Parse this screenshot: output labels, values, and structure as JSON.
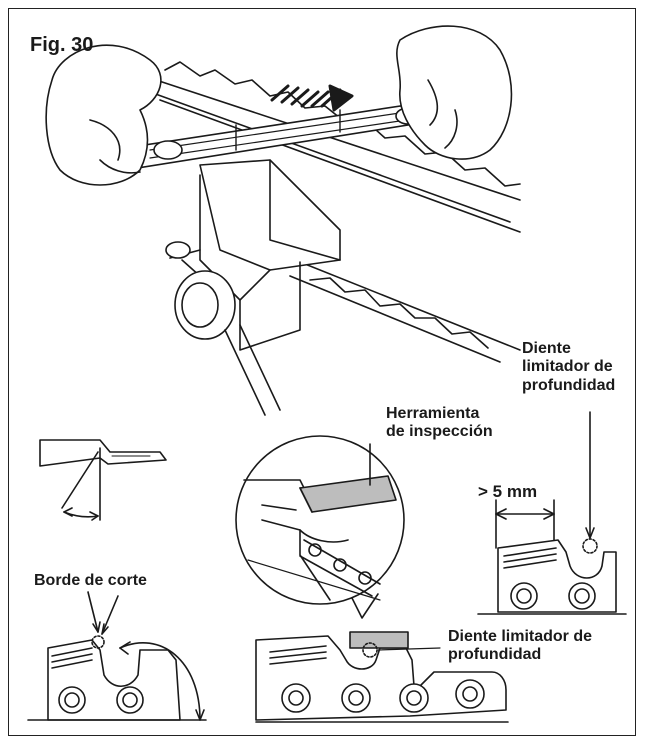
{
  "figure": {
    "label": "Fig. 30"
  },
  "labels": {
    "inspection_tool_line1": "Herramienta",
    "inspection_tool_line2": "de inspección",
    "depth_gauge_top_line1": "Diente",
    "depth_gauge_top_line2": "limitador de",
    "depth_gauge_top_line3": "profundidad",
    "gap_measure": "> 5 mm",
    "cutting_edge": "Borde de corte",
    "depth_gauge_bottom_line1": "Diente limitador de",
    "depth_gauge_bottom_line2": "profundidad"
  },
  "colors": {
    "line": "#1a1a1a",
    "tool_gray": "#bdbdbd",
    "frame": "#222222"
  }
}
